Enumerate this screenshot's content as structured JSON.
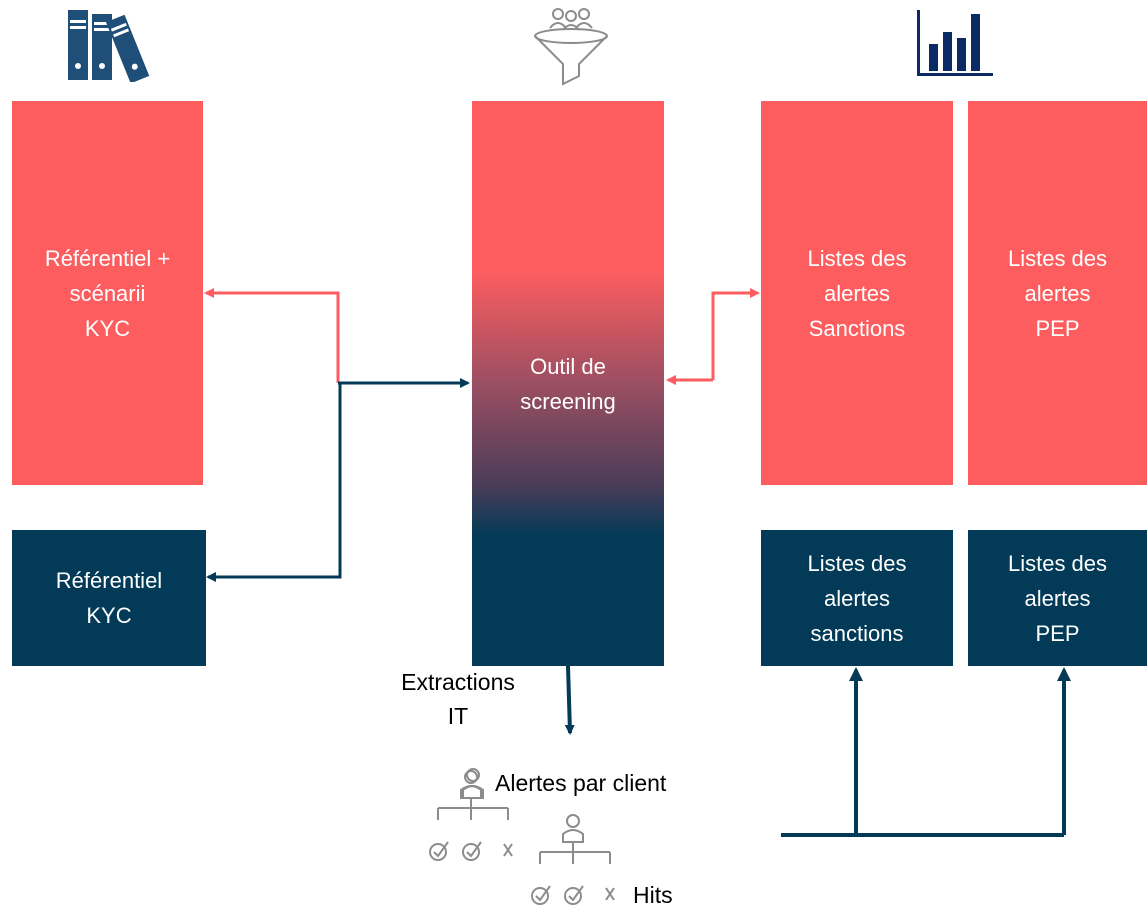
{
  "boxes": {
    "referentiel_scenarii": "Référentiel +\nscénarii\nKYC",
    "referentiel_kyc": "Référentiel\nKYC",
    "outil_screening": "Outil de\nscreening",
    "listes_sanctions_red": "Listes des\nalertes\nSanctions",
    "listes_pep_red": "Listes des\nalertes\nPEP",
    "listes_sanctions_navy": "Listes des\nalertes\nsanctions",
    "listes_pep_navy": "Listes des\nalertes\nPEP"
  },
  "labels": {
    "extractions": "Extractions\nIT",
    "alertes_par_client": "Alertes par client",
    "hits": "Hits"
  },
  "colors": {
    "red": "#fe5d5f",
    "navy": "#023a57",
    "icon_gray": "#8c8c8c"
  },
  "icons": {
    "top_left": "binders-icon",
    "top_center": "funnel-people-icon",
    "top_right": "bar-chart-icon"
  }
}
